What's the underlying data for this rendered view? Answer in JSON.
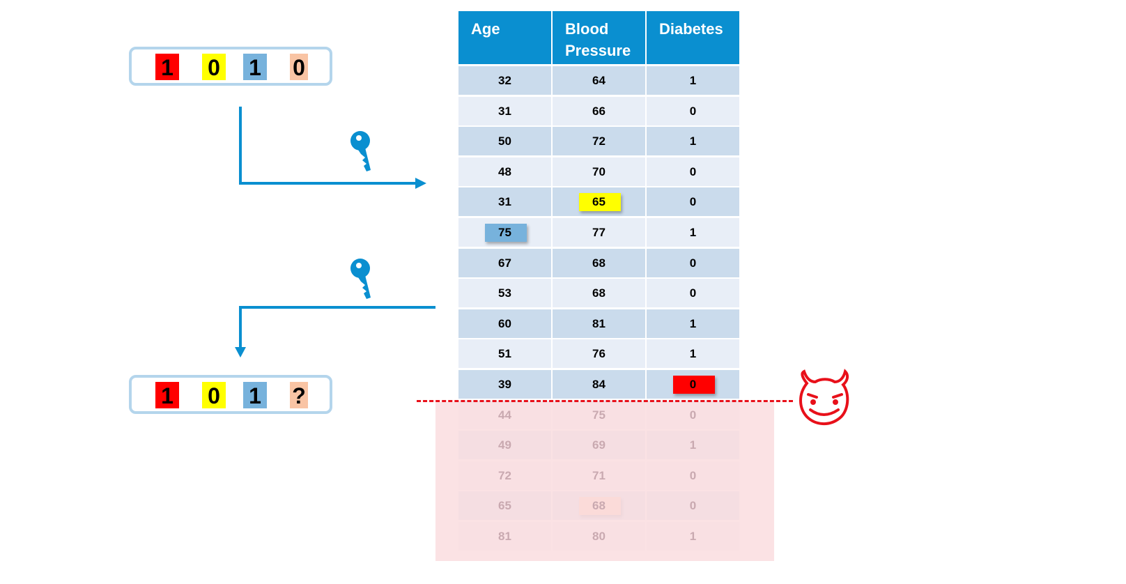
{
  "input_bits": [
    {
      "value": "1",
      "color": "#ff0000"
    },
    {
      "value": "0",
      "color": "#ffff00"
    },
    {
      "value": "1",
      "color": "#77b2dc"
    },
    {
      "value": "0",
      "color": "#f9c4a4"
    }
  ],
  "output_bits": [
    {
      "value": "1",
      "color": "#ff0000"
    },
    {
      "value": "0",
      "color": "#ffff00"
    },
    {
      "value": "1",
      "color": "#77b2dc"
    },
    {
      "value": "?",
      "color": "#f9c4a4"
    }
  ],
  "table": {
    "headers": [
      "Age",
      "Blood Pressure",
      "Diabetes"
    ],
    "rows": [
      [
        "32",
        "64",
        "1"
      ],
      [
        "31",
        "66",
        "0"
      ],
      [
        "50",
        "72",
        "1"
      ],
      [
        "48",
        "70",
        "0"
      ],
      [
        "31",
        "65",
        "0"
      ],
      [
        "75",
        "77",
        "1"
      ],
      [
        "67",
        "68",
        "0"
      ],
      [
        "53",
        "68",
        "0"
      ],
      [
        "60",
        "81",
        "1"
      ],
      [
        "51",
        "76",
        "1"
      ],
      [
        "39",
        "84",
        "0"
      ],
      [
        "44",
        "75",
        "0"
      ],
      [
        "49",
        "69",
        "1"
      ],
      [
        "72",
        "71",
        "0"
      ],
      [
        "65",
        "68",
        "0"
      ],
      [
        "81",
        "80",
        "1"
      ]
    ],
    "visible_rows": 11,
    "highlights": [
      {
        "row": 4,
        "col": 1,
        "color": "#ffff00"
      },
      {
        "row": 5,
        "col": 0,
        "color": "#77b2dc"
      },
      {
        "row": 10,
        "col": 2,
        "color": "#ff0000"
      },
      {
        "row": 14,
        "col": 1,
        "color": "#f9c4a4"
      }
    ]
  },
  "colors": {
    "accent": "#0a8fd0",
    "row_dark": "#cadbec",
    "row_light": "#e8eef7",
    "danger": "#e8101a"
  },
  "icons": [
    "key-icon",
    "devil-face-icon"
  ]
}
